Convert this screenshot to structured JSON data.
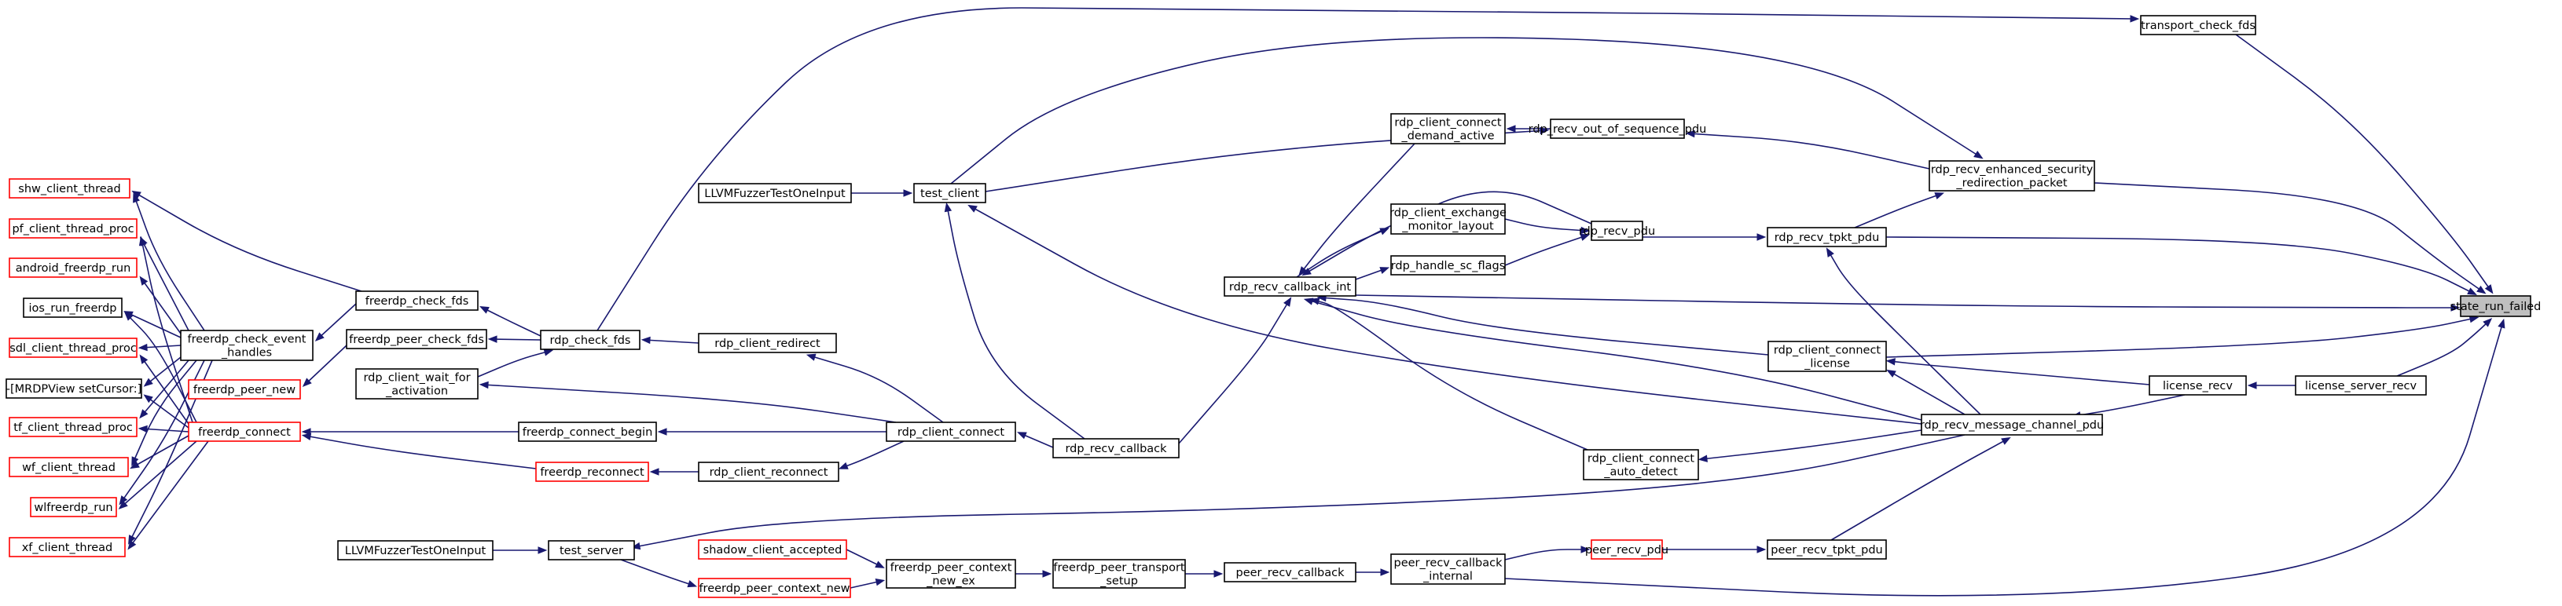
{
  "graph": {
    "colors": {
      "edge": "#191970",
      "node_border": "#000000",
      "truncated_node_border": "#ff0000",
      "focus_fill": "#bfbfbf",
      "node_fill": "#ffffff"
    },
    "nodes": [
      {
        "id": "state_run_failed",
        "lines": [
          "state_run_failed"
        ],
        "focus": true
      },
      {
        "id": "transport_check_fds",
        "lines": [
          "transport_check_fds"
        ]
      },
      {
        "id": "rdp_recv_enhanced_security_redirection_packet",
        "lines": [
          "rdp_recv_enhanced_security",
          "_redirection_packet"
        ]
      },
      {
        "id": "rdp_recv_tpkt_pdu",
        "lines": [
          "rdp_recv_tpkt_pdu"
        ]
      },
      {
        "id": "rdp_recv_callback_int",
        "lines": [
          "rdp_recv_callback_int"
        ]
      },
      {
        "id": "rdp_client_connect_license",
        "lines": [
          "rdp_client_connect",
          "_license"
        ]
      },
      {
        "id": "license_recv",
        "lines": [
          "license_recv"
        ]
      },
      {
        "id": "license_server_recv",
        "lines": [
          "license_server_recv"
        ]
      },
      {
        "id": "rdp_recv_message_channel_pdu",
        "lines": [
          "rdp_recv_message_channel_pdu"
        ]
      },
      {
        "id": "peer_recv_callback_internal",
        "lines": [
          "peer_recv_callback",
          "_internal"
        ]
      },
      {
        "id": "rdp_check_fds",
        "lines": [
          "rdp_check_fds"
        ]
      },
      {
        "id": "rdp_client_connect_demand_active",
        "lines": [
          "rdp_client_connect",
          "_demand_active"
        ]
      },
      {
        "id": "rdp_recv_out_of_sequence_pdu",
        "lines": [
          "rdp_recv_out_of_sequence_pdu"
        ]
      },
      {
        "id": "test_client",
        "lines": [
          "test_client"
        ]
      },
      {
        "id": "rdp_recv_pdu",
        "lines": [
          "rdp_recv_pdu"
        ]
      },
      {
        "id": "rdp_client_exchange_monitor_layout",
        "lines": [
          "rdp_client_exchange",
          "_monitor_layout"
        ]
      },
      {
        "id": "rdp_handle_sc_flags",
        "lines": [
          "rdp_handle_sc_flags"
        ]
      },
      {
        "id": "rdp_client_connect_auto_detect",
        "lines": [
          "rdp_client_connect",
          "_auto_detect"
        ]
      },
      {
        "id": "peer_recv_tpkt_pdu",
        "lines": [
          "peer_recv_tpkt_pdu"
        ]
      },
      {
        "id": "peer_recv_pdu",
        "lines": [
          "peer_recv_pdu"
        ],
        "truncated": true
      },
      {
        "id": "peer_recv_callback",
        "lines": [
          "peer_recv_callback"
        ]
      },
      {
        "id": "freerdp_peer_transport_setup",
        "lines": [
          "freerdp_peer_transport",
          "_setup"
        ]
      },
      {
        "id": "freerdp_peer_context_new_ex",
        "lines": [
          "freerdp_peer_context",
          "_new_ex"
        ]
      },
      {
        "id": "shadow_client_accepted",
        "lines": [
          "shadow_client_accepted"
        ],
        "truncated": true
      },
      {
        "id": "freerdp_peer_context_new",
        "lines": [
          "freerdp_peer_context_new"
        ],
        "truncated": true
      },
      {
        "id": "test_server",
        "lines": [
          "test_server"
        ]
      },
      {
        "id": "LLVMFuzzerTestOneInput_server",
        "lines": [
          "LLVMFuzzerTestOneInput"
        ]
      },
      {
        "id": "LLVMFuzzerTestOneInput_client",
        "lines": [
          "LLVMFuzzerTestOneInput"
        ]
      },
      {
        "id": "rdp_recv_callback",
        "lines": [
          "rdp_recv_callback"
        ]
      },
      {
        "id": "rdp_client_connect",
        "lines": [
          "rdp_client_connect"
        ]
      },
      {
        "id": "rdp_client_redirect",
        "lines": [
          "rdp_client_redirect"
        ]
      },
      {
        "id": "rdp_client_reconnect",
        "lines": [
          "rdp_client_reconnect"
        ]
      },
      {
        "id": "freerdp_connect_begin",
        "lines": [
          "freerdp_connect_begin"
        ]
      },
      {
        "id": "freerdp_reconnect",
        "lines": [
          "freerdp_reconnect"
        ],
        "truncated": true
      },
      {
        "id": "rdp_client_wait_for_activation",
        "lines": [
          "rdp_client_wait_for",
          "_activation"
        ]
      },
      {
        "id": "freerdp_check_fds",
        "lines": [
          "freerdp_check_fds"
        ]
      },
      {
        "id": "freerdp_peer_check_fds",
        "lines": [
          "freerdp_peer_check_fds"
        ]
      },
      {
        "id": "freerdp_check_event_handles",
        "lines": [
          "freerdp_check_event",
          "_handles"
        ]
      },
      {
        "id": "freerdp_peer_new",
        "lines": [
          "freerdp_peer_new"
        ],
        "truncated": true
      },
      {
        "id": "freerdp_connect",
        "lines": [
          "freerdp_connect"
        ],
        "truncated": true
      },
      {
        "id": "shw_client_thread",
        "lines": [
          "shw_client_thread"
        ],
        "truncated": true
      },
      {
        "id": "pf_client_thread_proc",
        "lines": [
          "pf_client_thread_proc"
        ],
        "truncated": true
      },
      {
        "id": "android_freerdp_run",
        "lines": [
          "android_freerdp_run"
        ],
        "truncated": true
      },
      {
        "id": "ios_run_freerdp",
        "lines": [
          "ios_run_freerdp"
        ]
      },
      {
        "id": "sdl_client_thread_proc",
        "lines": [
          "sdl_client_thread_proc"
        ],
        "truncated": true
      },
      {
        "id": "MRDPView_setCursor",
        "lines": [
          "-[MRDPView setCursor:]"
        ]
      },
      {
        "id": "tf_client_thread_proc",
        "lines": [
          "tf_client_thread_proc"
        ],
        "truncated": true
      },
      {
        "id": "wf_client_thread",
        "lines": [
          "wf_client_thread"
        ],
        "truncated": true
      },
      {
        "id": "wlfreerdp_run",
        "lines": [
          "wlfreerdp_run"
        ],
        "truncated": true
      },
      {
        "id": "xf_client_thread",
        "lines": [
          "xf_client_thread"
        ],
        "truncated": true
      }
    ]
  }
}
